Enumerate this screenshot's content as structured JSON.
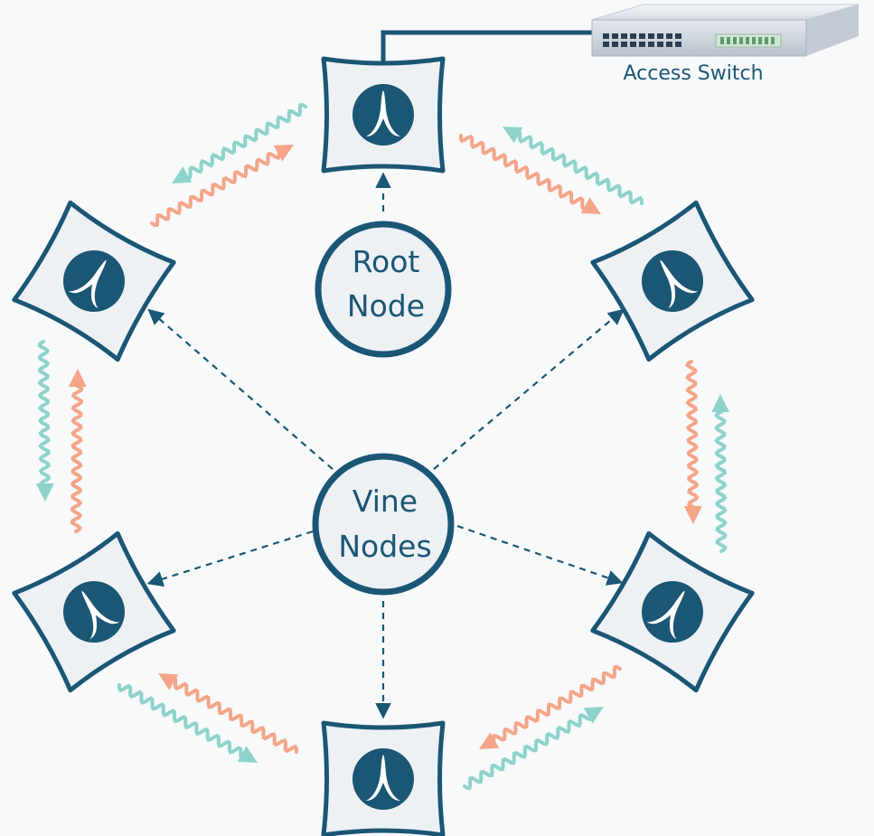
{
  "root_node": {
    "line1": "Root",
    "line2": "Node"
  },
  "vine_nodes": {
    "line1": "Vine",
    "line2": "Nodes"
  },
  "access_switch": {
    "label": "Access Switch"
  },
  "nodes": [
    {
      "role": "root"
    },
    {
      "role": "vine"
    },
    {
      "role": "vine"
    },
    {
      "role": "vine"
    },
    {
      "role": "vine"
    },
    {
      "role": "vine"
    }
  ],
  "colors": {
    "primary": "#1b5675",
    "node_fill": "#edf1f4",
    "background": "#f7f9fb",
    "wave_orange": "#f4a587",
    "wave_teal": "#8ed3cb"
  },
  "icons": {
    "node_logo": "mesh-node-logo-icon",
    "switch": "network-switch-icon"
  }
}
